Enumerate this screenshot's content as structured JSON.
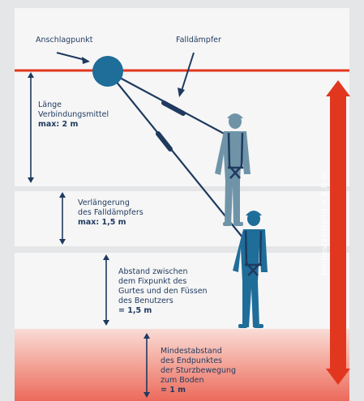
{
  "labels": {
    "anchor_point": "Anschlagpunkt",
    "fall_absorber": "Falldämpfer",
    "lanyard": {
      "line1": "Länge",
      "line2": "Verbindungsmittel",
      "max": "max: 2 m"
    },
    "extension": {
      "line1": "Verlängerung",
      "line2": "des Falldämpfers",
      "max": "max: 1,5 m"
    },
    "harness_distance": {
      "line1": "Abstand zwischen",
      "line2": "dem Fixpunkt des",
      "line3": "Gurtes und den Füssen",
      "line4": "des Benutzers",
      "value": "= 1,5 m"
    },
    "ground_clearance": {
      "line1": "Mindestabstand",
      "line2": "des Endpunktes",
      "line3": "der Sturzbewegung",
      "line4": "zum Boden",
      "value": "= 1 m"
    },
    "min_distance": "Mindestabstand = 6.0 m"
  },
  "colors": {
    "navy": "#1f3a5f",
    "anchor_blue": "#1f6d99",
    "red": "#e2371f",
    "worker_light": "#6f94a8",
    "worker_dark": "#1f6d99",
    "ground_top": "#f9dcd6",
    "ground_bottom": "#ec6a5c"
  },
  "icons": {
    "anchor": "anchor-point-circle",
    "worker_standing": "worker-with-harness-icon",
    "worker_falling": "worker-fallen-icon"
  }
}
